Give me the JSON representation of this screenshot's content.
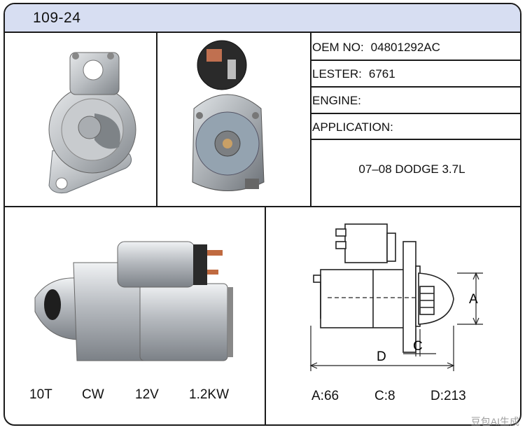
{
  "header": {
    "code": "109-24"
  },
  "info": {
    "oem_label": "OEM NO:",
    "oem_value": "04801292AC",
    "lester_label": "LESTER:",
    "lester_value": "6761",
    "engine_label": "ENGINE:",
    "engine_value": "",
    "application_label": "APPLICATION:",
    "application_value": "07–08 DODGE 3.7L"
  },
  "specs": {
    "teeth": "10T",
    "rotation": "CW",
    "voltage": "12V",
    "power": "1.2KW"
  },
  "dimensions": {
    "a_text": "A:66",
    "c_text": "C:8",
    "d_text": "D:213",
    "label_a": "A",
    "label_c": "C",
    "label_d": "D"
  },
  "watermark": {
    "text": "豆包AI生成"
  },
  "colors": {
    "header_bg": "#d7def2",
    "border": "#1b1b1b"
  }
}
